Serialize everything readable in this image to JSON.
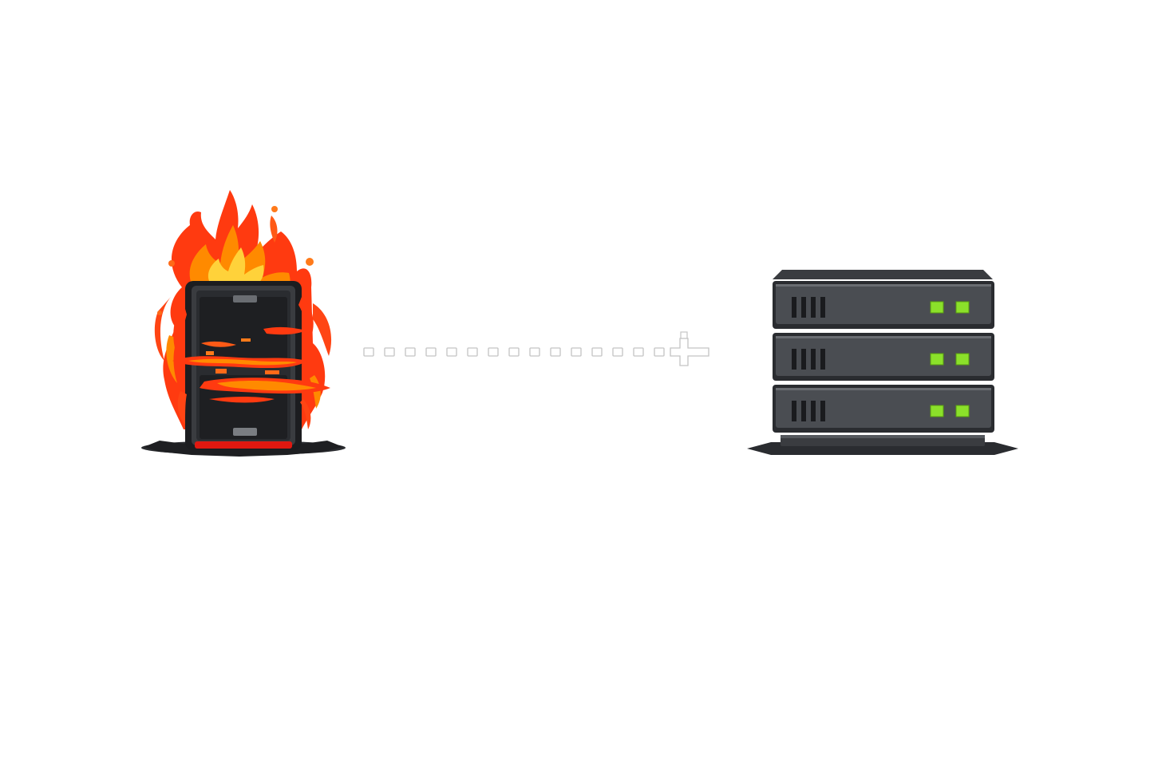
{
  "scene": {
    "source_node": {
      "icon": "burning-server-icon",
      "state": "on-fire",
      "drawer_count": 2
    },
    "connector": {
      "icon": "dashed-arrow-icon",
      "style": "dashed-squares",
      "direction": "right"
    },
    "target_node": {
      "icon": "rack-server-icon",
      "state": "healthy",
      "unit_count": 3,
      "vent_slots_per_unit": 4,
      "status_leds_per_unit": 2
    }
  },
  "colors": {
    "background": "#ffffff",
    "server_body": "#4a4d52",
    "server_dark": "#2a2c30",
    "led_green": "#8be02a",
    "flame_outer": "#ff3a10",
    "flame_mid": "#ff8a00",
    "flame_core": "#ffd23a",
    "accent_red": "#e01810",
    "connector_stroke": "#c4c4c4"
  }
}
